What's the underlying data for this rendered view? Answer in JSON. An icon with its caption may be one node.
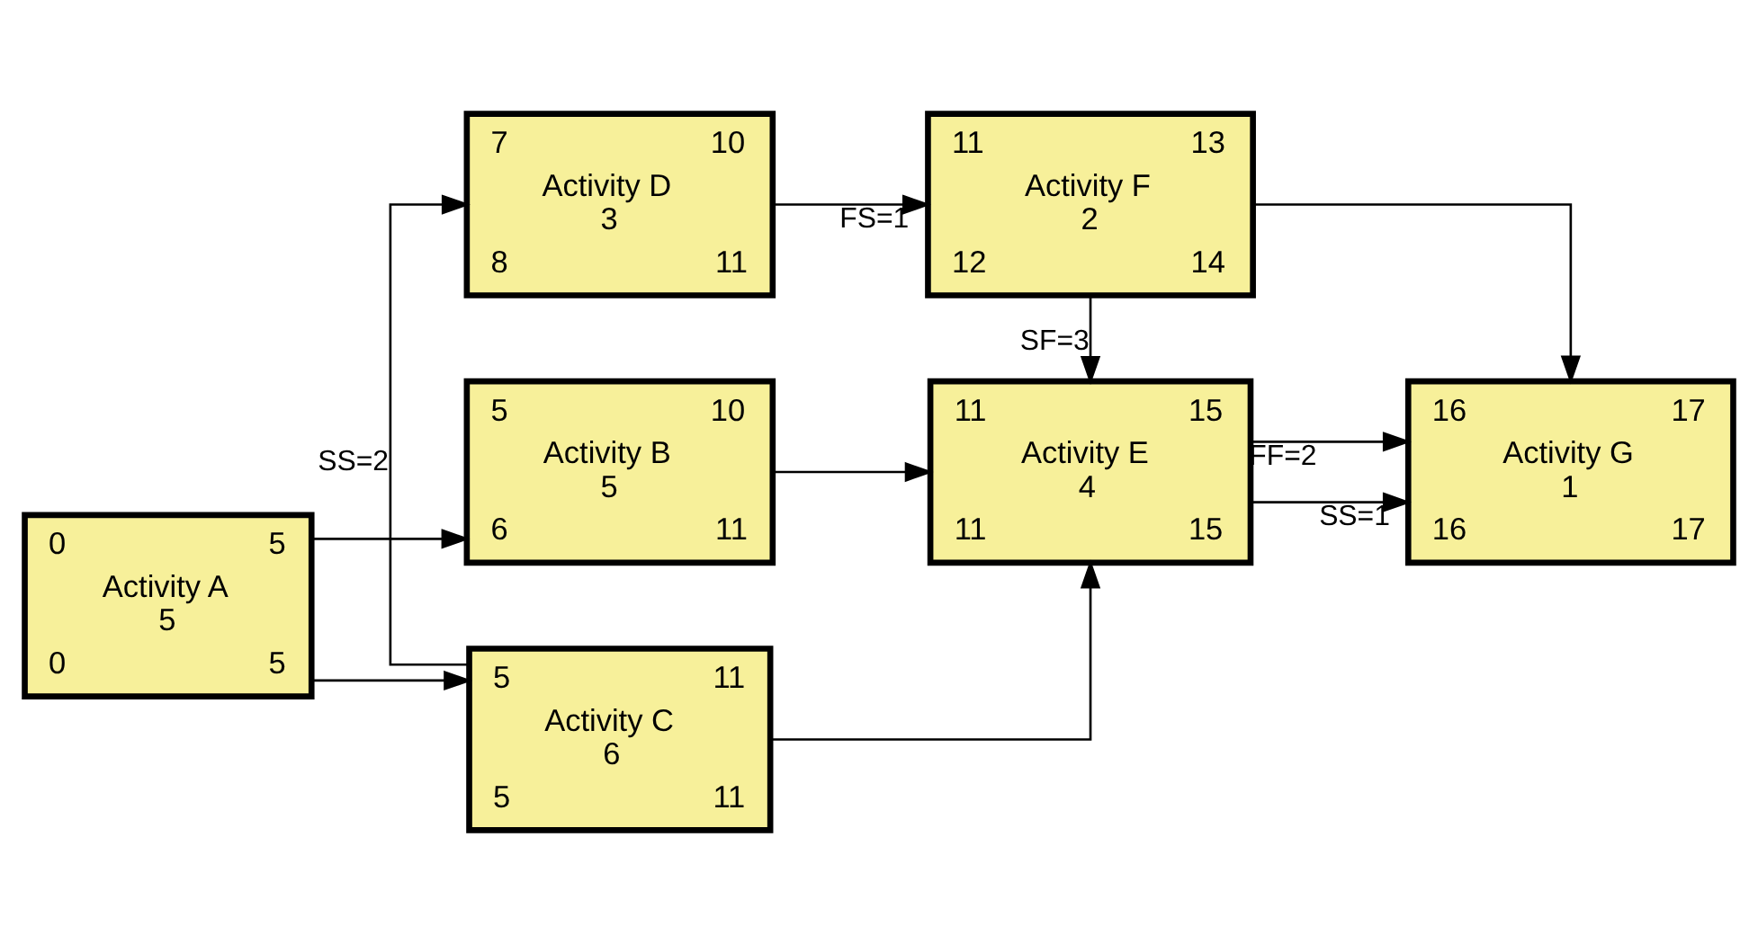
{
  "diagram": {
    "nodes": [
      {
        "text": [
          "0",
          "5",
          "Activity A",
          "5",
          "0",
          "5"
        ]
      },
      {
        "text": [
          "5",
          "10",
          "Activity B",
          "5",
          "6",
          "11"
        ]
      },
      {
        "text": [
          "5",
          "11",
          "Activity C",
          "6",
          "5",
          "11"
        ]
      },
      {
        "text": [
          "7",
          "10",
          "Activity D",
          "3",
          "8",
          "11"
        ]
      },
      {
        "text": [
          "11",
          "15",
          "Activity E",
          "4",
          "11",
          "15"
        ]
      },
      {
        "text": [
          "11",
          "13",
          "Activity F",
          "2",
          "12",
          "14"
        ]
      },
      {
        "text": [
          "16",
          "17",
          "Activity G",
          "1",
          "16",
          "17"
        ]
      }
    ],
    "edges": [
      {
        "from": 0,
        "to": 1,
        "arrow": "to"
      },
      {
        "from": 0,
        "to": 2,
        "arrow": "to"
      },
      {
        "from": 1,
        "to": 4,
        "arrow": "to"
      },
      {
        "from": 2,
        "to": 4,
        "arrow": "to"
      },
      {
        "from": 2,
        "to": 3,
        "arrow": "to",
        "label": "SS=2"
      },
      {
        "from": 4,
        "to": 6,
        "arrow": "to",
        "label": "SS=1"
      },
      {
        "from": 3,
        "to": 5,
        "arrow": "to",
        "label": "FS=1"
      },
      {
        "from": 5,
        "to": 4,
        "arrow": "to",
        "label": "SF=3"
      },
      {
        "from": 4,
        "to": 6,
        "arrow": "to",
        "label": "FF=2"
      },
      {
        "from": 5,
        "to": 6,
        "arrow": "to"
      }
    ]
  }
}
